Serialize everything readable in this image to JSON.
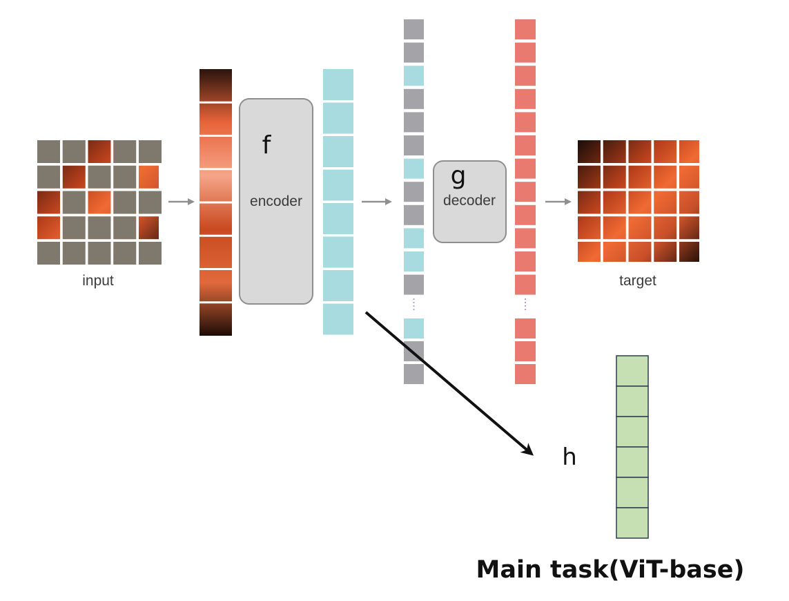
{
  "labels": {
    "input": "input",
    "target": "target",
    "encoder": "encoder",
    "decoder": "decoder",
    "f": "f",
    "g": "g",
    "h": "h",
    "caption": "Main task(ViT-base)"
  },
  "colors": {
    "masked_patch": "#7f786c",
    "visible_token": "#a7dbe0",
    "mask_token": "#a3a3a8",
    "output_token": "#e87a70",
    "main_task_token": "#c6e0b4",
    "main_task_border": "#2c3e50",
    "module_fill": "#d9d9d9",
    "module_border": "#8e8e8e",
    "arrow": "#8f8f8f"
  },
  "icons": {
    "input_grid": "flamingo-photo-masked-grid",
    "patch_strip": "flamingo-patch-strip",
    "target_grid": "flamingo-photo-full-grid"
  }
}
